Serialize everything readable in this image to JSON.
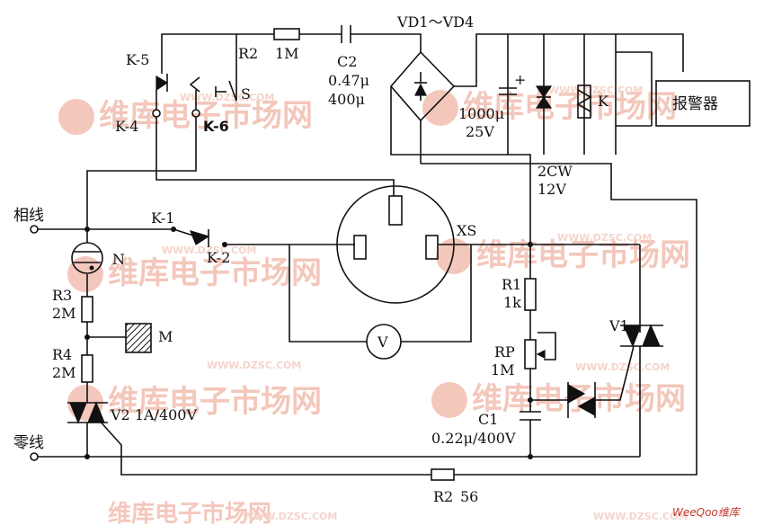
{
  "watermark": {
    "brand": "维库电子市场网",
    "url": "WWW.DZSC.COM",
    "corner": "WeeQoo维库",
    "color": "#f2c2b4"
  },
  "labels": {
    "k5": "K-5",
    "k4": "K-4",
    "k6": "K-6",
    "s": "S",
    "r2_top": "R2",
    "r2_top_val": "1M",
    "c2": "C2",
    "c2_v1": "0.47μ",
    "c2_v2": "400μ",
    "bridge": "VD1～VD4",
    "cap_big_v1": "1000μ",
    "cap_big_v2": "25V",
    "zener": "2CW",
    "zener_v": "12V",
    "relay_k": "K",
    "alarm": "报警器",
    "phase": "相线",
    "neutral": "零线",
    "k1": "K-1",
    "k2": "K-2",
    "xs": "XS",
    "n": "N",
    "r3": "R3",
    "r3_val": "2M",
    "r4": "R4",
    "r4_val": "2M",
    "m": "M",
    "v2": "V2 1A/400V",
    "r1": "R1",
    "r1_val": "1k",
    "rp": "RP",
    "rp_val": "1M",
    "v1": "V1",
    "c1": "C1",
    "c1_val": "0.22μ/400V",
    "voltmeter": "V",
    "r2_bot": "R2",
    "r2_bot_val": "56"
  }
}
